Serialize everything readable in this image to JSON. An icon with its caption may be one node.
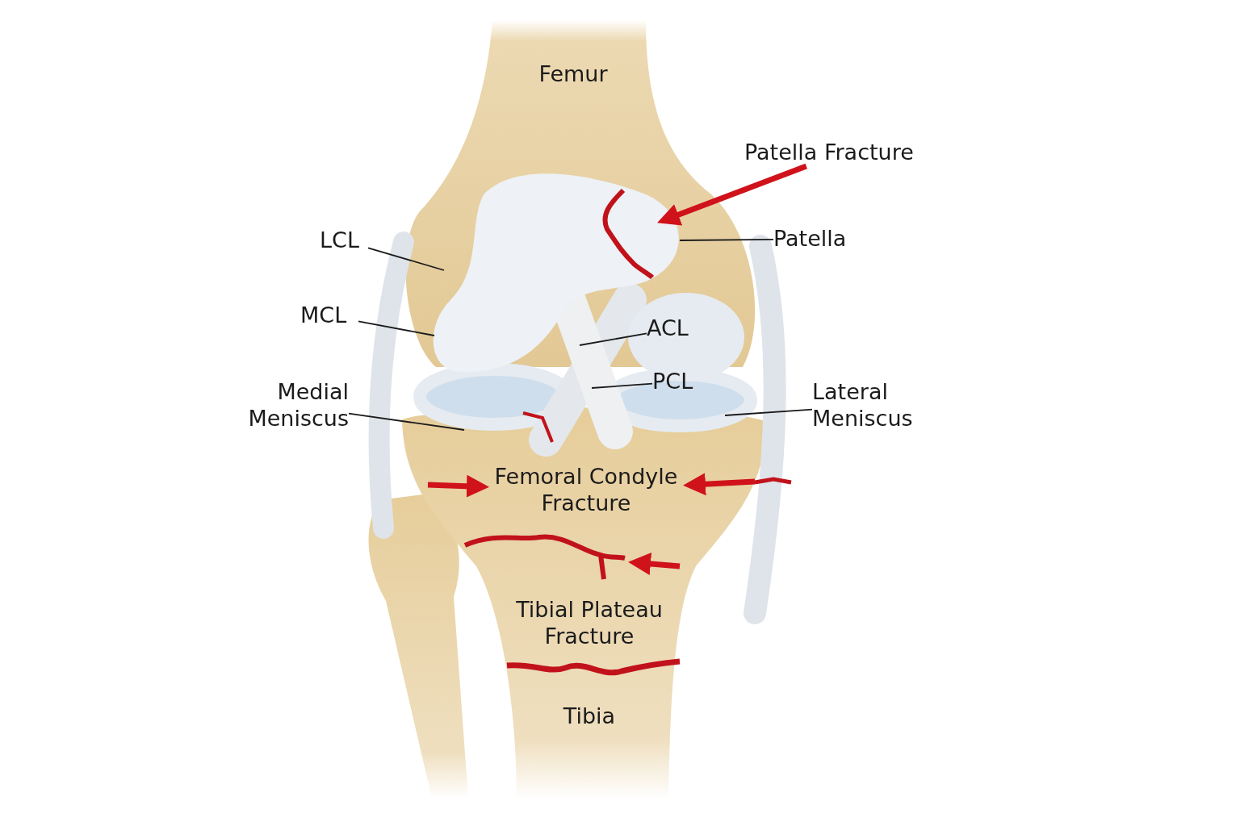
{
  "diagram": {
    "nodes": [
      {
        "text": [
          "Patella Fracture"
        ]
      },
      {
        "text": [],
        "shape": "picture"
      },
      {
        "text": [
          "LCL"
        ]
      },
      {
        "text": [
          "Patella"
        ]
      },
      {
        "text": [
          "MCL"
        ]
      },
      {
        "text": [
          "ACL"
        ]
      },
      {
        "text": [
          "PCL"
        ]
      },
      {
        "text": [
          "Medial Meniscus"
        ]
      },
      {
        "text": [
          "Lateral Meniscus"
        ]
      },
      {
        "text": [
          "Femoral Condyle Fracture"
        ]
      },
      {
        "text": [],
        "shape": "picture"
      }
    ],
    "edges": [
      {
        "from": 0,
        "to": 1,
        "arrow": "to",
        "style": "thick",
        "color": "#d0121b"
      },
      {
        "from": 2,
        "to": null,
        "arrow": "none"
      },
      {
        "from": 3,
        "to": null,
        "arrow": "none"
      },
      {
        "from": 4,
        "to": null,
        "arrow": "none"
      },
      {
        "from": 5,
        "to": null,
        "arrow": "none"
      },
      {
        "from": 6,
        "to": null,
        "arrow": "none"
      },
      {
        "from": 7,
        "to": null,
        "arrow": "none"
      },
      {
        "from": 8,
        "to": null,
        "arrow": "none"
      },
      {
        "from": null,
        "to": 9,
        "arrow": "to",
        "style": "thick",
        "color": "#d0121b"
      },
      {
        "from": null,
        "to": 9,
        "arrow": "to",
        "style": "thick",
        "color": "#d0121b"
      },
      {
        "from": null,
        "to": 10,
        "arrow": "to",
        "style": "thick",
        "color": "#d0121b"
      }
    ],
    "labels": [
      "Femur",
      "Tibial Plateau Fracture",
      "Tibia"
    ]
  }
}
